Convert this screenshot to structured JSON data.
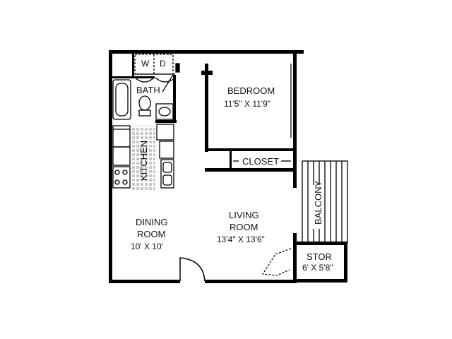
{
  "rooms": {
    "washer": "W",
    "dryer": "D",
    "bath": "BATH",
    "bedroom": {
      "name": "BEDROOM",
      "size": "11'5\" X 11'9\""
    },
    "kitchen": "KITCHEN",
    "closet": "CLOSET",
    "balcony": "BALCONY",
    "dining": {
      "name_line1": "DINING",
      "name_line2": "ROOM",
      "size": "10' X 10'"
    },
    "living": {
      "name_line1": "LIVING",
      "name_line2": "ROOM",
      "size": "13'4\" X 13'6\""
    },
    "storage": {
      "name": "STOR",
      "size": "6' X 5'8\""
    }
  },
  "colors": {
    "wall": "#000000",
    "background": "#ffffff",
    "tile": "#bbbbbb"
  }
}
